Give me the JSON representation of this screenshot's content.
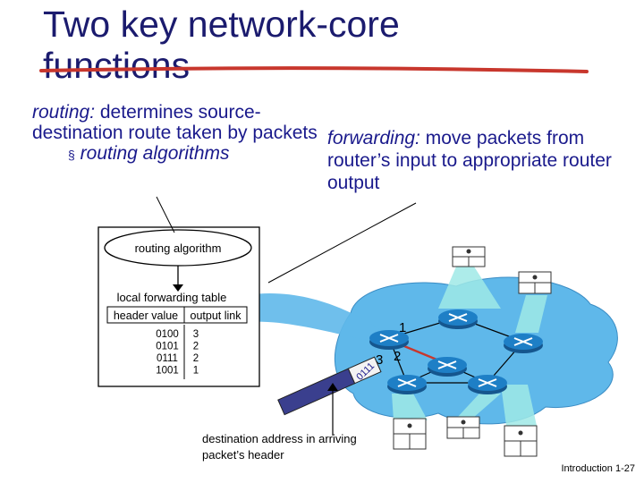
{
  "slide": {
    "title": "Two key network-core functions",
    "routing": {
      "term": "routing:",
      "text": " determines source-destination route taken by packets",
      "bullet": "routing algorithms",
      "bullet_marker": "§"
    },
    "forwarding": {
      "term": "forwarding:",
      "text": " move packets from router’s input to appropriate router output"
    },
    "diagram": {
      "routing_algorithm_label": "routing algorithm",
      "table_title": "local forwarding table",
      "col_header_value": "header value",
      "col_output_link": "output link",
      "rows": [
        {
          "value": "0100",
          "link": "3"
        },
        {
          "value": "0101",
          "link": "2"
        },
        {
          "value": "0111",
          "link": "2"
        },
        {
          "value": "1001",
          "link": "1"
        }
      ],
      "packet_bits": "0111",
      "link_labels": [
        "1",
        "2",
        "3"
      ],
      "dest_caption": "destination address in arriving packet’s header"
    },
    "footer": "Introduction 1-27",
    "colors": {
      "title": "#1b1b6e",
      "text": "#1a1a8c",
      "cloud": "#5fb8ea",
      "router": "#1e7fc6",
      "packet": "#3a3f8e",
      "rule": "#c8372d"
    }
  }
}
